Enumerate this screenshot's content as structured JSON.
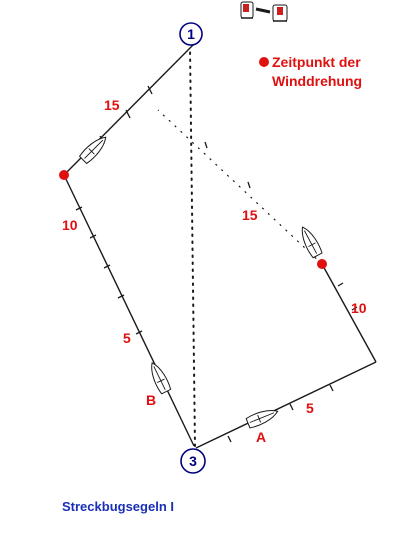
{
  "buoys": {
    "mark_1": "1",
    "mark_3": "3"
  },
  "segments": {
    "upper_left": "15",
    "left_upper": "10",
    "left_lower": "5",
    "middle_diagonal": "15",
    "right_upper": "10",
    "bottom_right": "5"
  },
  "boats": {
    "boat_a": "A",
    "boat_b": "B"
  },
  "legend": {
    "line1": "Zeitpunkt der",
    "line2": "Winddrehung"
  },
  "caption": "Streckbugsegeln I",
  "colors": {
    "labels": "#e01010",
    "buoys": "#000080",
    "caption": "#1a2fb8",
    "wind_shift_dot": "#e01010"
  }
}
